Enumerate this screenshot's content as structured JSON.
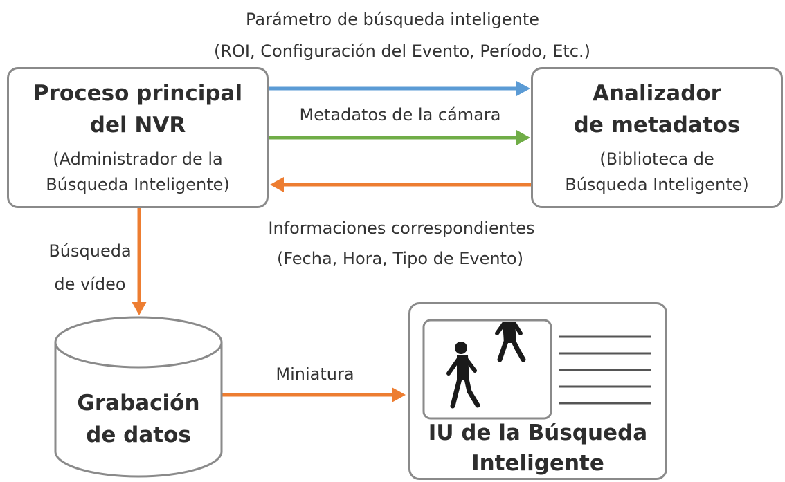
{
  "top_label": {
    "line1": "Parámetro de búsqueda inteligente",
    "line2": "(ROI, Configuración del Evento, Período, Etc.)"
  },
  "nvr_box": {
    "title_line1": "Proceso principal",
    "title_line2": "del NVR",
    "sub_line1": "(Administrador de la",
    "sub_line2": "Búsqueda Inteligente)"
  },
  "analyzer_box": {
    "title_line1": "Analizador",
    "title_line2": "de metadatos",
    "sub_line1": "(Biblioteca de",
    "sub_line2": "Búsqueda Inteligente)"
  },
  "metadata_label": "Metadatos de la cámara",
  "info_label": {
    "line1": "Informaciones correspondientes",
    "line2": "(Fecha, Hora, Tipo de Evento)"
  },
  "video_search_label": {
    "line1": "Búsqueda",
    "line2": "de vídeo"
  },
  "database": {
    "title_line1": "Grabación",
    "title_line2": "de datos"
  },
  "thumbnail_label": "Miniatura",
  "ui_box": {
    "title_line1": "IU de la Búsqueda",
    "title_line2": "Inteligente"
  },
  "colors": {
    "blue_arrow": "#5b9bd5",
    "green_arrow": "#70ad47",
    "orange_arrow": "#ed7d31",
    "border": "#8a8a8a"
  }
}
